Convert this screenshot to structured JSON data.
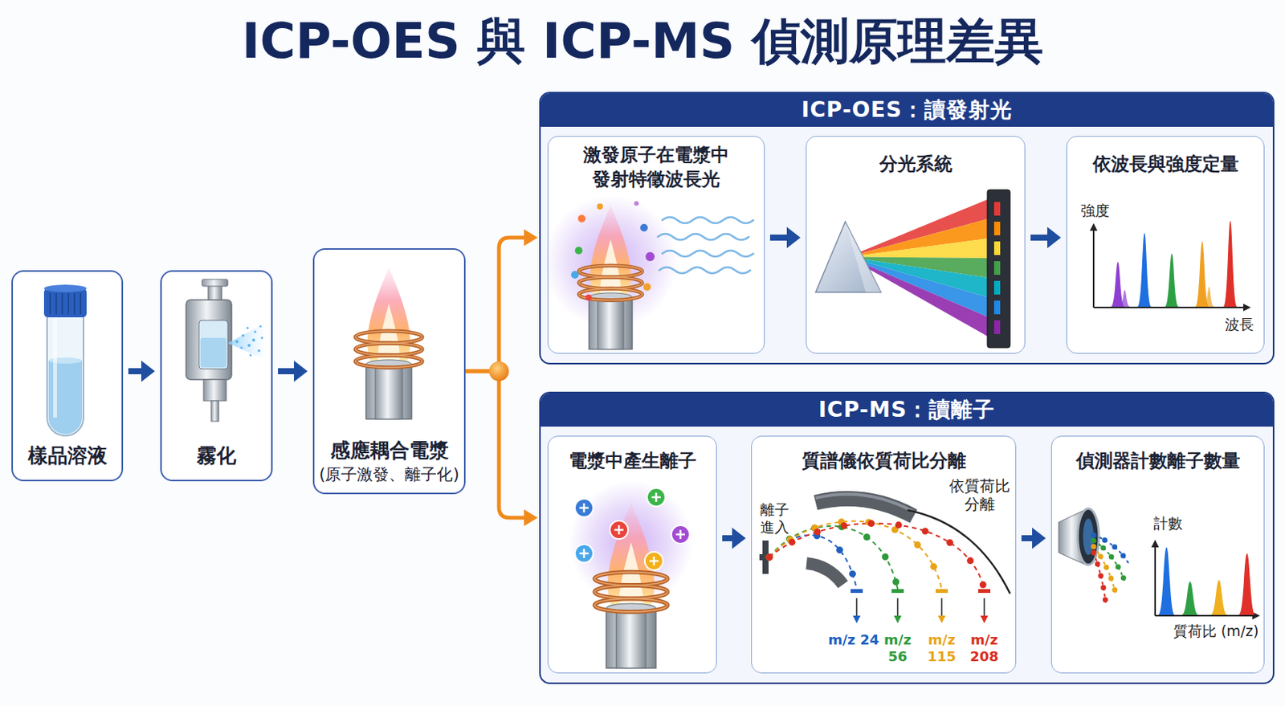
{
  "diagram": {
    "title": "ICP-OES 與 ICP-MS 偵測原理差異",
    "nodes": [
      {
        "text": [
          "樣品溶液"
        ]
      },
      {
        "text": [
          "霧化"
        ]
      },
      {
        "text": [
          "感應耦合電漿",
          "(原子激發、離子化)"
        ]
      },
      {
        "text": [
          "ICP-OES：讀發射光"
        ]
      },
      {
        "text": [
          "激發原子在電漿中 發射特徵波長光"
        ],
        "in": 3
      },
      {
        "text": [
          "分光系統"
        ],
        "in": 3
      },
      {
        "text": [
          "依波長與強度定量"
        ],
        "in": 3
      },
      {
        "text": [
          "ICP-MS：讀離子"
        ]
      },
      {
        "text": [
          "電漿中產生離子"
        ],
        "in": 7
      },
      {
        "text": [
          "質譜儀依質荷比分離"
        ],
        "in": 7
      },
      {
        "text": [
          "偵測器計數離子數量"
        ],
        "in": 7
      }
    ],
    "edges": [
      {
        "from": 0,
        "to": 1,
        "arrow": "to"
      },
      {
        "from": 1,
        "to": 2,
        "arrow": "to"
      },
      {
        "from": 2,
        "to": 3,
        "arrow": "to"
      },
      {
        "from": 2,
        "to": 7,
        "arrow": "to"
      },
      {
        "from": 4,
        "to": 5,
        "arrow": "to"
      },
      {
        "from": 5,
        "to": 6,
        "arrow": "to"
      },
      {
        "from": 8,
        "to": 9,
        "arrow": "to"
      },
      {
        "from": 9,
        "to": 10,
        "arrow": "to"
      }
    ],
    "labels": [
      "強度",
      "波長",
      "離子 進入",
      "依質荷比 分離",
      "m/z 24",
      "m/z 56",
      "m/z 115",
      "m/z 208",
      "計數",
      "質荷比 (m/z)"
    ]
  }
}
